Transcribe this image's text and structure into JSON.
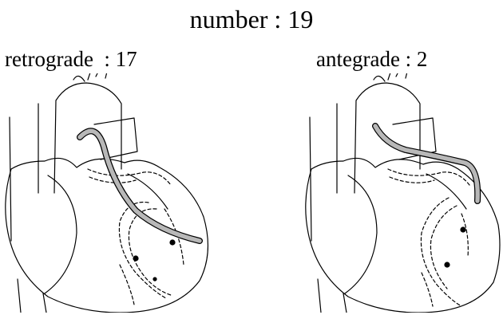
{
  "title": "number : 19",
  "left_panel": {
    "label": "retrograde  : 17"
  },
  "right_panel": {
    "label": "antegrade : 2"
  },
  "colors": {
    "line": "#000000",
    "catheter_fill": "#b8b8b8",
    "background": "#ffffff"
  }
}
